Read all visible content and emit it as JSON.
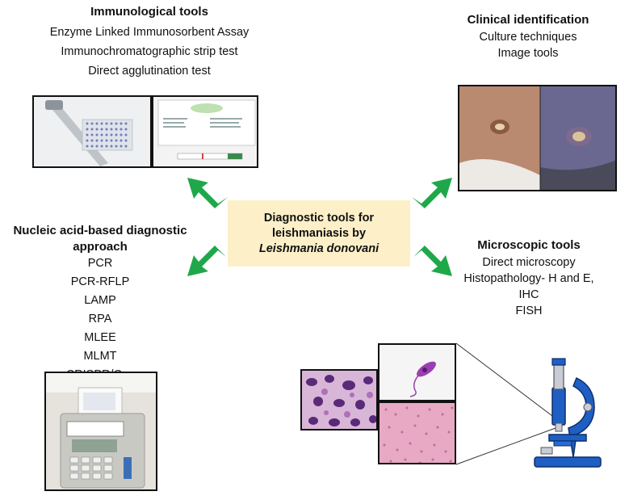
{
  "center": {
    "line1": "Diagnostic tools for",
    "line2": "leishmaniasis by",
    "line3": "Leishmania donovani"
  },
  "immunological": {
    "title": "Immunological tools",
    "items": [
      "Enzyme Linked Immunosorbent Assay",
      "Immunochromatographic strip test",
      "Direct agglutination test"
    ]
  },
  "clinical": {
    "title": "Clinical identification",
    "items": [
      "Culture techniques",
      "Image tools"
    ]
  },
  "nucleic": {
    "title_line1": "Nucleic acid-based diagnostic",
    "title_line2": "approach",
    "items": [
      "PCR",
      "PCR-RFLP",
      "LAMP",
      "RPA",
      "MLEE",
      "MLMT",
      "CRISPR/Cas"
    ]
  },
  "microscopic": {
    "title": "Microscopic tools",
    "items": [
      "Direct microscopy",
      "Histopathology- H and E,",
      "IHC",
      "FISH"
    ]
  },
  "colors": {
    "arrow": "#1fa84a",
    "center_box": "#fdf0c8",
    "microscope": "#1f5fc4"
  },
  "icons": [
    "arrow-up-left-icon",
    "arrow-up-right-icon",
    "arrow-down-left-icon",
    "arrow-down-right-icon",
    "microscope-icon"
  ]
}
